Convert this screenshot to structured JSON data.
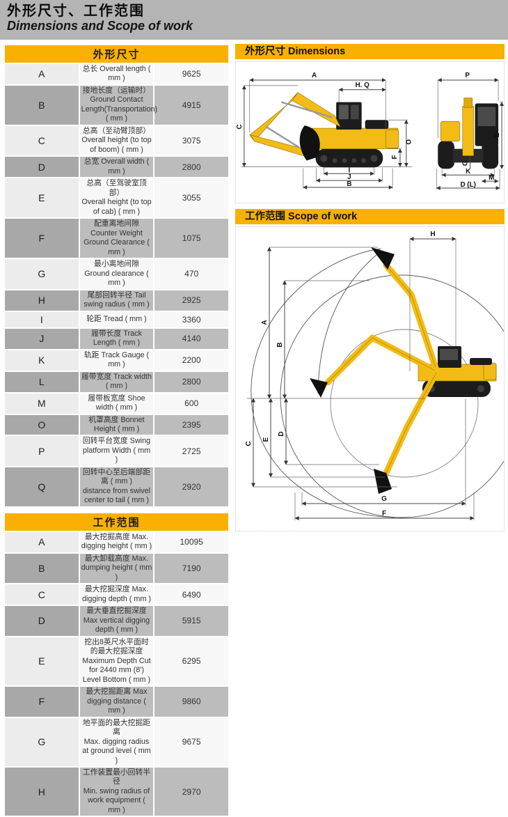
{
  "page_header": {
    "title_zh": "外形尺寸、工作范围",
    "title_en": "Dimensions and  Scope of work"
  },
  "colors": {
    "accent_yellow": "#f9b000",
    "header_gray": "#b4b4b4",
    "excavator_yellow": "#f2bb16"
  },
  "dimensions_table": {
    "title": "外形尺寸",
    "rows": [
      {
        "key": "A",
        "line1": "总长  Overall length ( mm )",
        "line2": "",
        "value": "9625"
      },
      {
        "key": "B",
        "line1": "接地长度（运输时）",
        "line2": "Ground Contact Length(Transportation) ( mm )",
        "value": "4915"
      },
      {
        "key": "C",
        "line1": "总高（至动臂顶部）",
        "line2": "Overall height (to top of boom) ( mm )",
        "value": "3075"
      },
      {
        "key": "D",
        "line1": "总宽  Overall width ( mm )",
        "line2": "",
        "value": "2800"
      },
      {
        "key": "E",
        "line1": "总高（至驾驶室顶部）",
        "line2": "Overall height (to top of cab) ( mm )",
        "value": "3055"
      },
      {
        "key": "F",
        "line1": "配重离地间隙",
        "line2": "Counter Weight Ground Clearance ( mm )",
        "value": "1075"
      },
      {
        "key": "G",
        "line1": "最小离地间隙  Ground clearance ( mm )",
        "line2": "",
        "value": "470"
      },
      {
        "key": "H",
        "line1": "尾部回转半径  Tail swing radius ( mm )",
        "line2": "",
        "value": "2925"
      },
      {
        "key": "I",
        "line1": "轮距  Tread ( mm )",
        "line2": "",
        "value": "3360"
      },
      {
        "key": "J",
        "line1": "履带长度  Track Length ( mm )",
        "line2": "",
        "value": "4140"
      },
      {
        "key": "K",
        "line1": "轨距  Track Gauge ( mm )",
        "line2": "",
        "value": "2200"
      },
      {
        "key": "L",
        "line1": "履带宽度  Track width ( mm )",
        "line2": "",
        "value": "2800"
      },
      {
        "key": "M",
        "line1": "履带板宽度  Shoe width ( mm )",
        "line2": "",
        "value": "600"
      },
      {
        "key": "O",
        "line1": "机罩高度  Bonnet Height ( mm )",
        "line2": "",
        "value": "2395"
      },
      {
        "key": "P",
        "line1": "回转平台宽度 Swing platform Width ( mm )",
        "line2": "",
        "value": "2725"
      },
      {
        "key": "Q",
        "line1": "回转中心至后端部距离 ( mm )",
        "line2": "distance from swivel center to tail ( mm )",
        "value": "2920"
      }
    ]
  },
  "scope_table": {
    "title": "工作范围",
    "rows": [
      {
        "key": "A",
        "line1": "最大挖掘高度  Max. digging height ( mm )",
        "line2": "",
        "value": "10095"
      },
      {
        "key": "B",
        "line1": "最大卸载高度  Max. dumping height ( mm )",
        "line2": "",
        "value": "7190"
      },
      {
        "key": "C",
        "line1": "最大挖掘深度  Max. digging depth ( mm )",
        "line2": "",
        "value": "6490"
      },
      {
        "key": "D",
        "line1": "最大垂直挖掘深度",
        "line2": "Max vertical digging depth ( mm )",
        "value": "5915"
      },
      {
        "key": "E",
        "line1": "挖出8英尺水平面时的最大挖掘深度",
        "line2": "Maximum Depth Cut for 2440 mm (8') Level Bottom ( mm )",
        "value": "6295"
      },
      {
        "key": "F",
        "line1": "最大挖掘距离   Max digging distance ( mm )",
        "line2": "",
        "value": "9860"
      },
      {
        "key": "G",
        "line1": "地平面的最大挖掘距离",
        "line2": "Max.  digging radius at ground level ( mm )",
        "value": "9675"
      },
      {
        "key": "H",
        "line1": "工作装置最小回转半径",
        "line2": "Min. swing radius of work equipment ( mm )",
        "value": "2970"
      }
    ]
  },
  "dim_diagram": {
    "header": "外形尺寸 Dimensions",
    "side_labels": {
      "a": "A",
      "hq": "H. Q",
      "c": "C",
      "o": "O",
      "f": "F",
      "i": "I",
      "j": "J",
      "b": "B"
    },
    "rear_labels": {
      "p": "P",
      "e": "E",
      "g": "G",
      "k": "K",
      "m": "M",
      "dl": "D (L)"
    }
  },
  "scope_diagram": {
    "header": "工作范围 Scope of work",
    "labels": {
      "h": "H",
      "a": "A",
      "b": "B",
      "c": "C",
      "e": "E",
      "d": "D",
      "g": "G",
      "f": "F"
    }
  }
}
